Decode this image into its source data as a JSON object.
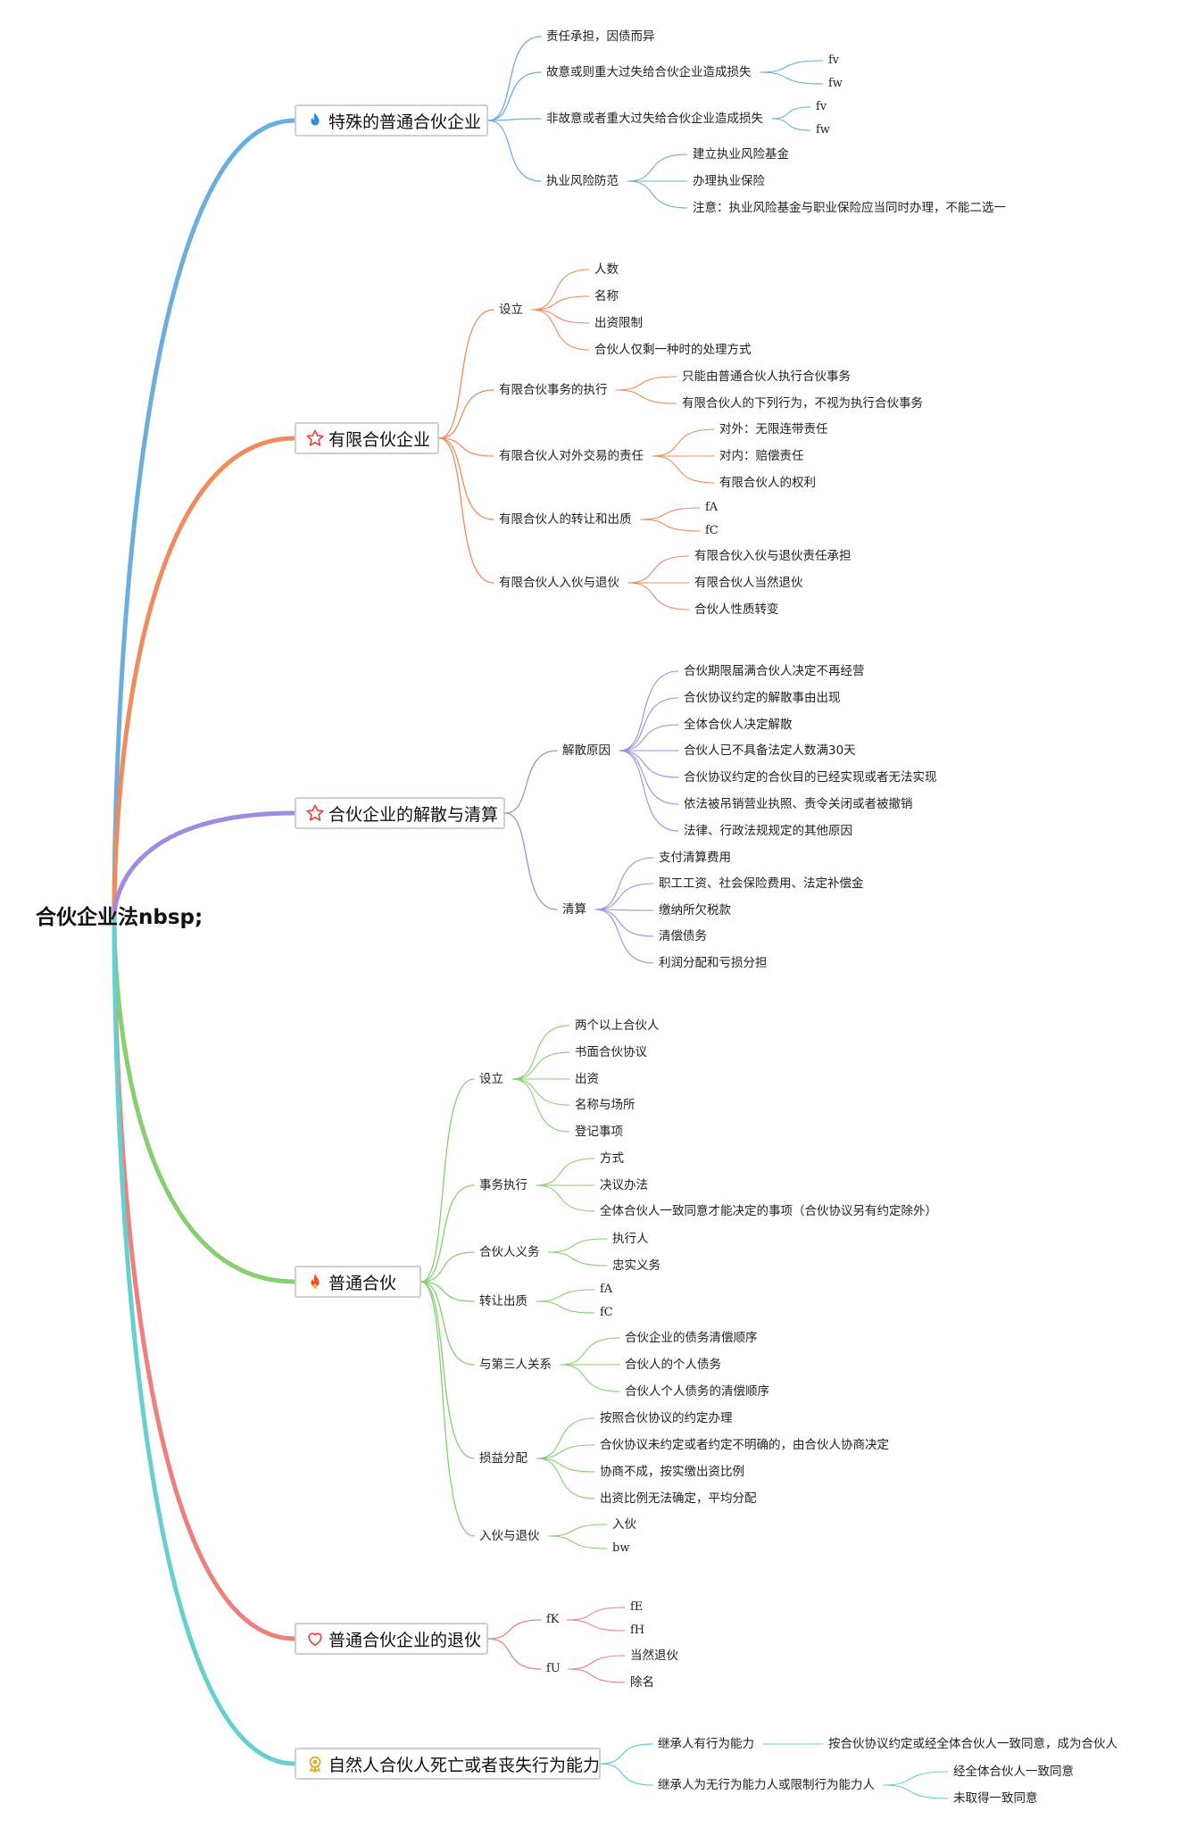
{
  "root": {
    "label": "合伙企业法nbsp;"
  },
  "branches": [
    {
      "key": "b1",
      "label": "特殊的普通合伙企业",
      "icon": "flame-blue-icon",
      "color": "#6aaee0",
      "children": [
        {
          "label": "责任承担，因债而异"
        },
        {
          "label": "故意或则重大过失给合伙企业造成损失",
          "children": [
            {
              "label": "fv"
            },
            {
              "label": "fw"
            }
          ]
        },
        {
          "label": "非故意或者重大过失给合伙企业造成损失",
          "children": [
            {
              "label": "fv"
            },
            {
              "label": "fw"
            }
          ]
        },
        {
          "label": "执业风险防范",
          "children": [
            {
              "label": "建立执业风险基金"
            },
            {
              "label": "办理执业保险"
            },
            {
              "label": "注意：执业风险基金与职业保险应当同时办理，不能二选一"
            }
          ]
        }
      ]
    },
    {
      "key": "b2",
      "label": "有限合伙企业",
      "icon": "star-outline-red-icon",
      "color": "#f08b5c",
      "children": [
        {
          "label": "设立",
          "children": [
            {
              "label": "人数"
            },
            {
              "label": "名称"
            },
            {
              "label": "出资限制"
            },
            {
              "label": "合伙人仅剩一种时的处理方式"
            }
          ]
        },
        {
          "label": "有限合伙事务的执行",
          "children": [
            {
              "label": "只能由普通合伙人执行合伙事务"
            },
            {
              "label": "有限合伙人的下列行为，不视为执行合伙事务"
            }
          ]
        },
        {
          "label": "有限合伙人对外交易的责任",
          "children": [
            {
              "label": "对外：无限连带责任"
            },
            {
              "label": "对内：赔偿责任"
            },
            {
              "label": "有限合伙人的权利"
            }
          ]
        },
        {
          "label": "有限合伙人的转让和出质",
          "children": [
            {
              "label": "fA"
            },
            {
              "label": "fC"
            }
          ]
        },
        {
          "label": "有限合伙人入伙与退伙",
          "children": [
            {
              "label": "有限合伙入伙与退伙责任承担"
            },
            {
              "label": "有限合伙人当然退伙"
            },
            {
              "label": "合伙人性质转变"
            }
          ]
        }
      ]
    },
    {
      "key": "b3",
      "label": "合伙企业的解散与清算",
      "icon": "star-outline-red-icon",
      "color": "#a18be0",
      "children": [
        {
          "label": "解散原因",
          "children": [
            {
              "label": "合伙期限届满合伙人决定不再经营"
            },
            {
              "label": "合伙协议约定的解散事由出现"
            },
            {
              "label": "全体合伙人决定解散"
            },
            {
              "label": "合伙人已不具备法定人数满30天"
            },
            {
              "label": "合伙协议约定的合伙目的已经实现或者无法实现"
            },
            {
              "label": "依法被吊销营业执照、责令关闭或者被撤销"
            },
            {
              "label": "法律、行政法规规定的其他原因"
            }
          ]
        },
        {
          "label": "清算",
          "children": [
            {
              "label": "支付清算费用"
            },
            {
              "label": "职工工资、社会保险费用、法定补偿金"
            },
            {
              "label": "缴纳所欠税款"
            },
            {
              "label": "清偿债务"
            },
            {
              "label": "利润分配和亏损分担"
            }
          ]
        }
      ]
    },
    {
      "key": "b4",
      "label": "普通合伙",
      "icon": "flame-red-icon",
      "color": "#86cf6e",
      "children": [
        {
          "label": "设立",
          "children": [
            {
              "label": "两个以上合伙人"
            },
            {
              "label": "书面合伙协议"
            },
            {
              "label": "出资"
            },
            {
              "label": "名称与场所"
            },
            {
              "label": "登记事项"
            }
          ]
        },
        {
          "label": "事务执行",
          "children": [
            {
              "label": "方式"
            },
            {
              "label": "决议办法"
            },
            {
              "label": "全体合伙人一致同意才能决定的事项（合伙协议另有约定除外）"
            }
          ]
        },
        {
          "label": "合伙人义务",
          "children": [
            {
              "label": "执行人"
            },
            {
              "label": "忠实义务"
            }
          ]
        },
        {
          "label": "转让出质",
          "children": [
            {
              "label": "fA"
            },
            {
              "label": "fC"
            }
          ]
        },
        {
          "label": "与第三人关系",
          "children": [
            {
              "label": "合伙企业的债务清偿顺序"
            },
            {
              "label": "合伙人的个人债务"
            },
            {
              "label": "合伙人个人债务的清偿顺序"
            }
          ]
        },
        {
          "label": "损益分配",
          "children": [
            {
              "label": "按照合伙协议的约定办理"
            },
            {
              "label": "合伙协议未约定或者约定不明确的，由合伙人协商决定"
            },
            {
              "label": "协商不成，按实缴出资比例"
            },
            {
              "label": "出资比例无法确定，平均分配"
            }
          ]
        },
        {
          "label": "入伙与退伙",
          "children": [
            {
              "label": "入伙"
            },
            {
              "label": "bw"
            }
          ]
        }
      ]
    },
    {
      "key": "b5",
      "label": "普通合伙企业的退伙",
      "icon": "heart-outline-red-icon",
      "color": "#ee7f7c",
      "children": [
        {
          "label": "fK",
          "children": [
            {
              "label": "fE"
            },
            {
              "label": "fH"
            }
          ]
        },
        {
          "label": "fU",
          "children": [
            {
              "label": "当然退伙"
            },
            {
              "label": "除名"
            }
          ]
        }
      ]
    },
    {
      "key": "b6",
      "label": "自然人合伙人死亡或者丧失行为能力",
      "icon": "award-medal-icon",
      "color": "#66d0d0",
      "children": [
        {
          "label": "继承人有行为能力",
          "children": [
            {
              "label": "按合伙协议约定或经全体合伙人一致同意，成为合伙人"
            }
          ]
        },
        {
          "label": "继承人为无行为能力人或限制行为能力人",
          "children": [
            {
              "label": "经全体合伙人一致同意"
            },
            {
              "label": "未取得一致同意"
            }
          ]
        }
      ]
    }
  ]
}
